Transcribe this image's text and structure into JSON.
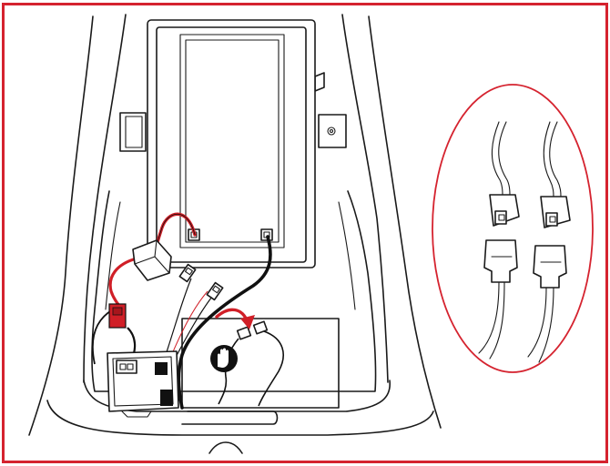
{
  "diagram": {
    "colors": {
      "frame": "#d5232f",
      "red_wire": "#d01f27",
      "black_wire": "#111111",
      "outline": "#1a1a1a",
      "background": "#ffffff"
    },
    "parts": [
      "seat-body",
      "battery",
      "battery-terminals",
      "fuse-holder",
      "control-module",
      "motor-connectors",
      "wiring-harness",
      "no-hand-warning-icon",
      "connector-detail-callout"
    ],
    "icons": {
      "warning": "no-hand-icon",
      "direction": "red-curved-arrow-icon"
    }
  }
}
